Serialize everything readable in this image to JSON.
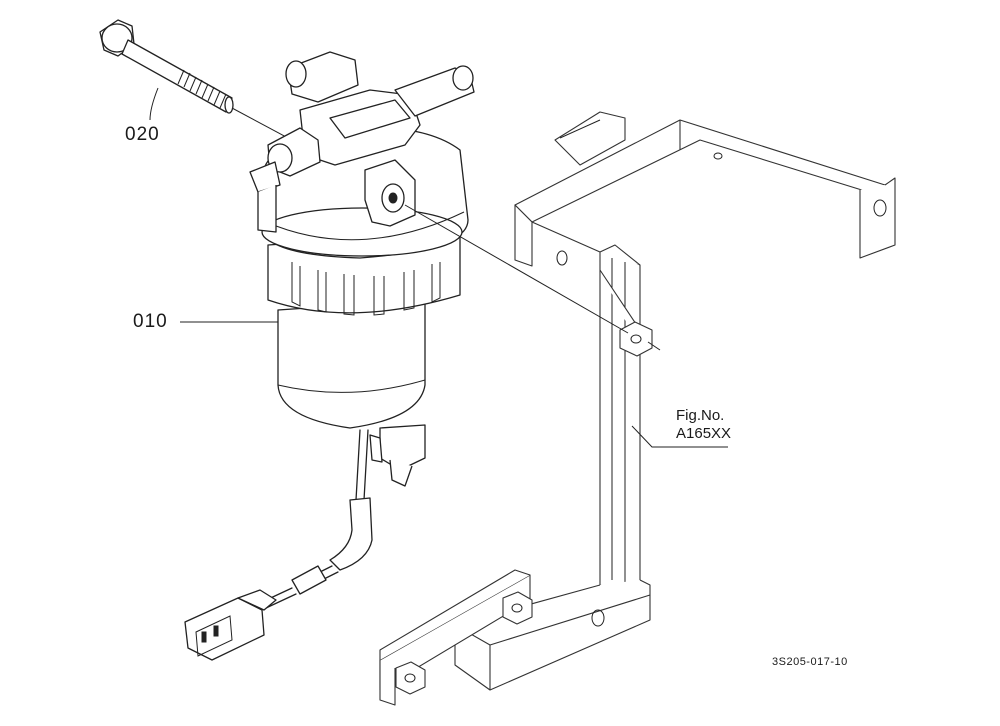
{
  "parts": [
    {
      "callout": "020"
    },
    {
      "callout": "010"
    }
  ],
  "figure_reference": {
    "line1": "Fig.No.",
    "line2": "A165XX"
  },
  "drawing_number": "3S205-017-10",
  "colors": {
    "ink": "#222222",
    "paper": "#ffffff"
  }
}
